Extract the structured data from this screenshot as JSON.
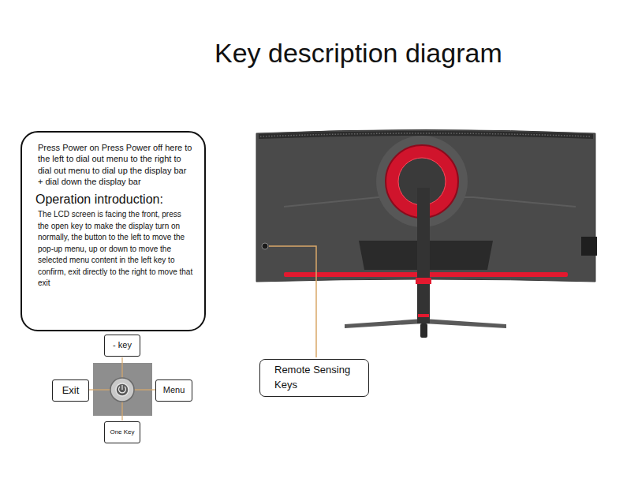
{
  "diagram": {
    "title": "Key description diagram",
    "nodes": [
      {
        "text": [
          "Press Power on Press Power off here to the left to dial out menu to the right to dial out menu to dial up the display bar + dial down the display bar",
          "Operation introduction:",
          "The LCD screen is facing the front, press the open key to make the display turn on normally, the button to the left to move the pop-up menu, up or down to move the selected menu content in the left key to confirm, exit directly to the right to move that exit"
        ]
      },
      {
        "text": [
          "- key"
        ]
      },
      {
        "text": [
          "Exit"
        ]
      },
      {
        "text": [
          "Menu"
        ]
      },
      {
        "text": [
          "One Key"
        ]
      },
      {
        "text": [
          "Remote Sensing Keys"
        ]
      }
    ]
  }
}
